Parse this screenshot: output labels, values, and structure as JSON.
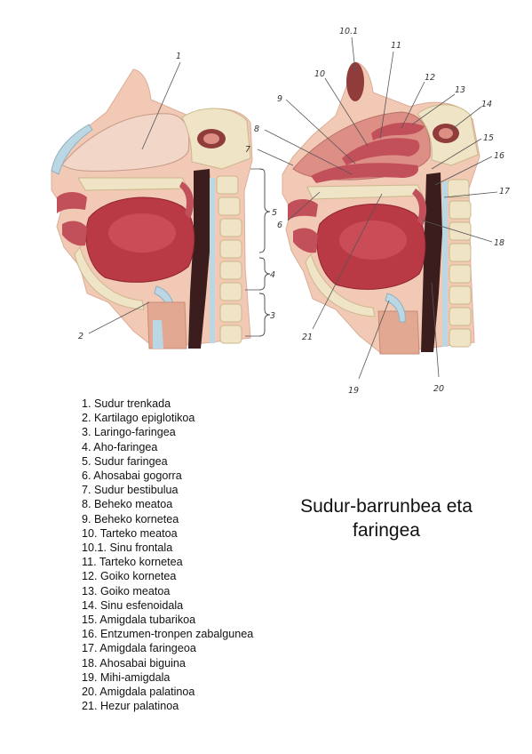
{
  "title": "Sudur-barrunbea eta faringea",
  "legend": [
    "1. Sudur trenkada",
    "2. Kartilago epiglotikoa",
    "3. Laringo-faringea",
    "4. Aho-faringea",
    "5. Sudur faringea",
    "6. Ahosabai gogorra",
    "7. Sudur bestibulua",
    "8. Beheko meatoa",
    "9. Beheko kornetea",
    "10. Tarteko meatoa",
    "10.1. Sinu frontala",
    "11. Tarteko kornetea",
    "12. Goiko kornetea",
    "13. Goiko meatoa",
    "14. Sinu esfenoidala",
    "15. Amigdala tubarikoa",
    "16. Entzumen-tronpen zabalgunea",
    "17. Amigdala faringeoa",
    "18. Ahosabai biguina",
    "19. Mihi-amigdala",
    "20. Amigdala palatinoa",
    "21. Hezur palatinoa"
  ],
  "left_callouts": {
    "n1": "1",
    "n2": "2",
    "n3": "3",
    "n4": "4",
    "n5": "5"
  },
  "right_callouts": {
    "n6": "6",
    "n7": "7",
    "n8": "8",
    "n9": "9",
    "n10": "10",
    "n10_1": "10.1",
    "n11": "11",
    "n12": "12",
    "n13": "13",
    "n14": "14",
    "n15": "15",
    "n16": "16",
    "n17": "17",
    "n18": "18",
    "n19": "19",
    "n20": "20",
    "n21": "21"
  },
  "colors": {
    "skin": "#f1c9b4",
    "skin_dark": "#e2a891",
    "mucosa": "#dd8f86",
    "muscle": "#b93a45",
    "muscle_dark": "#8e2530",
    "bone": "#efe4c6",
    "bone_spot": "#d9c79c",
    "cartilage": "#bcd7e4",
    "cavity": "#3b1d1d",
    "nasal_light": "#f2d6c8"
  }
}
